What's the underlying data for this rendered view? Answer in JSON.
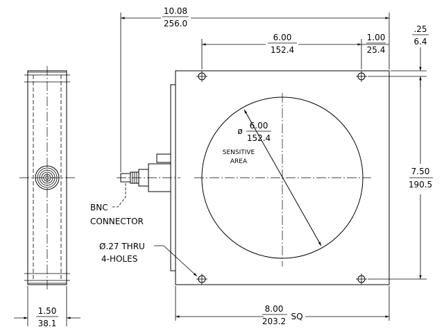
{
  "dimensions": {
    "overall_length": {
      "in": "10.08",
      "mm": "256.0"
    },
    "hole_spacing_h": {
      "in": "6.00",
      "mm": "152.4"
    },
    "hole_offset_right": {
      "in": "1.00",
      "mm": "25.4"
    },
    "hole_edge_offset": {
      "in": ".25",
      "mm": "6.4"
    },
    "hole_spacing_v": {
      "in": "7.50",
      "mm": "190.5"
    },
    "square_size": {
      "in": "8.00",
      "mm": "203.2",
      "suffix": "SQ"
    },
    "depth": {
      "in": "1.50",
      "mm": "38.1"
    },
    "sensitive_diameter": {
      "in": "6.00",
      "mm": "152.4",
      "symbol": "ø"
    }
  },
  "labels": {
    "sensitive_line1": "SENSITIVE",
    "sensitive_line2": "AREA",
    "bnc_line1": "BNC",
    "bnc_line2": "CONNECTOR",
    "holes_line1": "Ø.27 THRU",
    "holes_line2": "4-HOLES"
  }
}
